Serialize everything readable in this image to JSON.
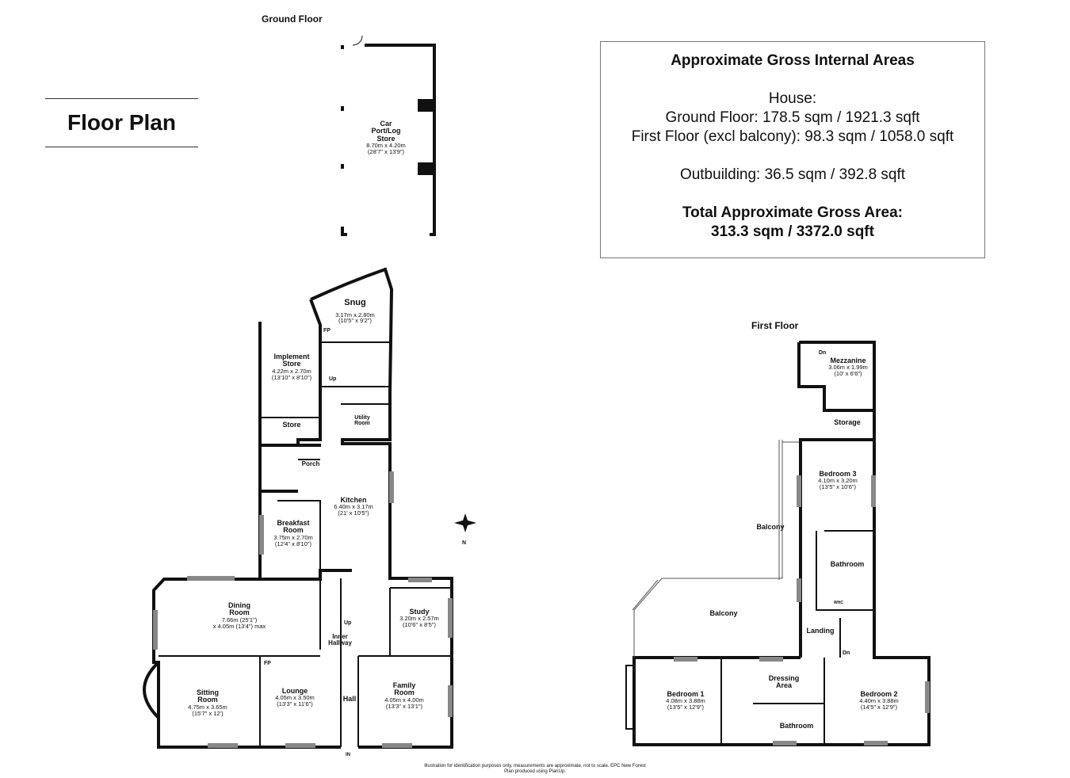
{
  "title": "Floor Plan",
  "areas": {
    "heading": "Approximate Gross Internal Areas",
    "house_label": "House:",
    "ground_floor": "Ground Floor: 178.5 sqm / 1921.3 sqft",
    "first_floor": "First Floor (excl balcony): 98.3 sqm / 1058.0 sqft",
    "outbuilding": "Outbuilding: 36.5 sqm / 392.8 sqft",
    "total_heading": "Total Approximate Gross Area:",
    "total_value": "313.3 sqm / 3372.0 sqft"
  },
  "ground_heading": "Ground Floor",
  "first_heading": "First Floor",
  "rooms": {
    "car_port": {
      "name1": "Car",
      "name2": "Port/Log",
      "name3": "Store",
      "dim1": "8.70m x 4.20m",
      "dim2": "(28'7\" x 13'9\")"
    },
    "snug": {
      "name": "Snug",
      "dim1": "3.17m x 2.80m",
      "dim2": "(10'5\" x 9'2\")"
    },
    "implement_store": {
      "name1": "Implement",
      "name2": "Store",
      "dim1": "4.22m x 2.70m",
      "dim2": "(13'10\" x 8'10\")"
    },
    "store": {
      "name": "Store"
    },
    "porch": {
      "name": "Porch"
    },
    "utility": {
      "name1": "Utility",
      "name2": "Room"
    },
    "kitchen": {
      "name": "Kitchen",
      "dim1": "6.40m x 3.17m",
      "dim2": "(21' x 10'5\")"
    },
    "breakfast": {
      "name1": "Breakfast",
      "name2": "Room",
      "dim1": "3.75m x 2.70m",
      "dim2": "(12'4\" x 8'10\")"
    },
    "dining": {
      "name1": "Dining",
      "name2": "Room",
      "dim1": "7.66m (25'1\")",
      "dim2": "x 4.05m (13'4\") max"
    },
    "study": {
      "name": "Study",
      "dim1": "3.20m x 2.57m",
      "dim2": "(10'6\" x 8'5\")"
    },
    "inner_hallway": {
      "name1": "Inner",
      "name2": "Hallway"
    },
    "sitting": {
      "name1": "Sitting",
      "name2": "Room",
      "dim1": "4.75m x 3.65m",
      "dim2": "(15'7\" x 12')"
    },
    "lounge": {
      "name": "Lounge",
      "dim1": "4.05m x 3.50m",
      "dim2": "(13'3\" x 11'6\")"
    },
    "hall": {
      "name": "Hall"
    },
    "family": {
      "name1": "Family",
      "name2": "Room",
      "dim1": "4.05m x 4.00m",
      "dim2": "(13'3\" x 13'1\")"
    },
    "mezzanine": {
      "name": "Mezzanine",
      "dim1": "3.06m x 1.99m",
      "dim2": "(10' x 6'6\")"
    },
    "storage": {
      "name": "Storage"
    },
    "bedroom3": {
      "name": "Bedroom 3",
      "dim1": "4.10m x 3.20m",
      "dim2": "(13'5\" x 10'6\")"
    },
    "balcony_upper": {
      "name": "Balcony"
    },
    "balcony_lower": {
      "name": "Balcony"
    },
    "bathroom_upper": {
      "name": "Bathroom"
    },
    "landing": {
      "name": "Landing"
    },
    "dressing": {
      "name1": "Dressing",
      "name2": "Area"
    },
    "bedroom1": {
      "name": "Bedroom 1",
      "dim1": "4.08m x 3.88m",
      "dim2": "(13'5\" x 12'9\")"
    },
    "bathroom_lower": {
      "name": "Bathroom"
    },
    "bedroom2": {
      "name": "Bedroom 2",
      "dim1": "4.40m x 3.88m",
      "dim2": "(14'5\" x 12'9\")"
    }
  },
  "small_labels": {
    "fp1": "FP",
    "fp2": "FP",
    "up1": "Up",
    "up2": "Up",
    "dn1": "Dn",
    "dn2": "Dn",
    "in": "IN",
    "north": "N",
    "whc": "WHC"
  },
  "footer": {
    "line1": "Illustration for identification purposes only, measurements are approximate, not to scale. EPC New Forest",
    "line2": "Plan produced using PlanUp."
  }
}
